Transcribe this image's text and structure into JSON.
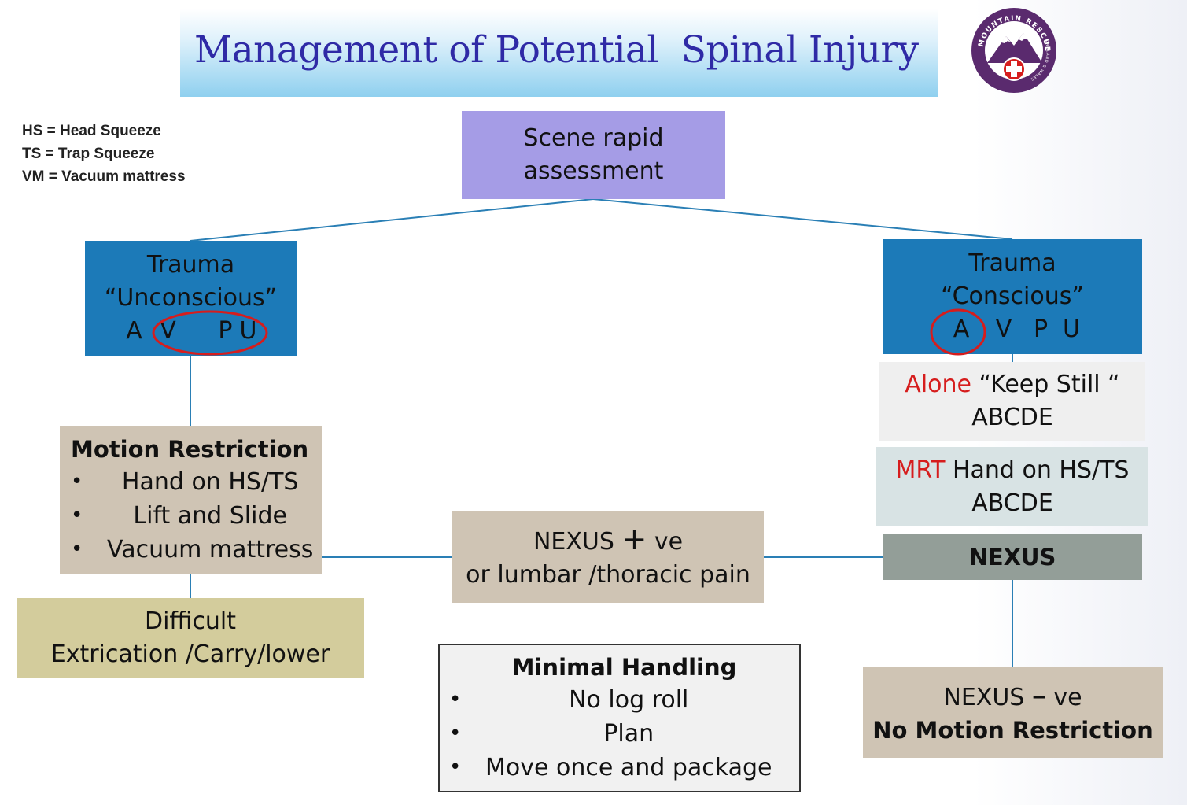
{
  "title": "Management of Potential  Spinal Injury",
  "logo": {
    "text_top": "MOUNTAIN RESCUE",
    "text_sub": "ENGLAND & WALES",
    "colors": {
      "ring": "#5a2a6e",
      "cross": "#d61d1d"
    }
  },
  "legend": [
    "HS = Head Squeeze",
    "TS = Trap Squeeze",
    "VM = Vacuum mattress"
  ],
  "scene": {
    "line1": "Scene rapid",
    "line2": "assessment"
  },
  "trauma_left": {
    "line1": "Trauma",
    "line2": "“Unconscious”",
    "avpu": [
      "A",
      "V",
      "P",
      "U"
    ]
  },
  "trauma_right": {
    "line1": "Trauma",
    "line2": "“Conscious”",
    "avpu": [
      "A",
      "V",
      "P",
      "U"
    ]
  },
  "motion": {
    "heading": "Motion Restriction",
    "items": [
      "Hand on HS/TS",
      "Lift and Slide",
      "Vacuum mattress"
    ]
  },
  "difficult": {
    "line1": "Difficult",
    "line2": "Extrication /Carry/lower"
  },
  "nexus_pos": {
    "line1_a": "NEXUS ",
    "line1_sym": "+",
    "line1_b": " ve",
    "line2": "or lumbar /thoracic pain"
  },
  "alone": {
    "red": "Alone",
    "rest": " “Keep Still “",
    "line2": "ABCDE"
  },
  "mrt": {
    "red": "MRT",
    "rest": " Hand on HS/TS",
    "line2": "ABCDE"
  },
  "nexus": "NEXUS",
  "nexus_neg": {
    "line1_a": "NEXUS ",
    "line1_sym": "–",
    "line1_b": " ve",
    "line2": "No Motion Restriction"
  },
  "minimal": {
    "heading": "Minimal Handling",
    "items": [
      "No log roll",
      "Plan",
      "Move once and package"
    ]
  },
  "colors": {
    "title": "#2f2aa6",
    "trauma": "#1c7ab8",
    "scene": "#a59ce6",
    "tan": "#cfc4b4",
    "khaki": "#d3cc9c",
    "nexus": "#939e98",
    "highlight_red": "#d61d1d",
    "connector": "#2a7fb5"
  }
}
